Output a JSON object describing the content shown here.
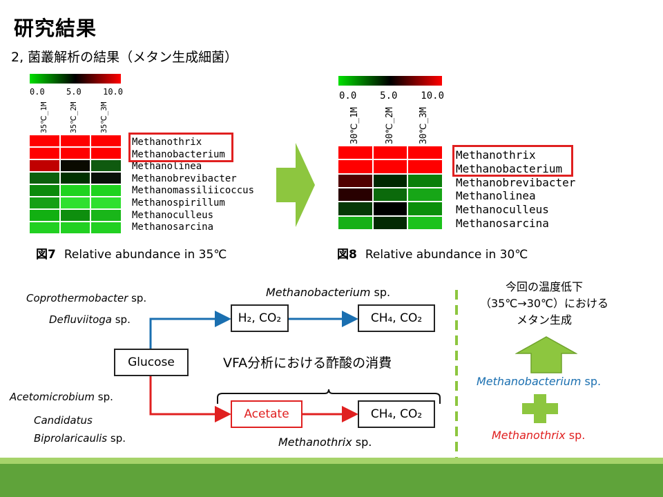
{
  "slide": {
    "title": "研究結果",
    "subtitle": "2, 菌叢解析の結果（メタン生成細菌）"
  },
  "heatmap_left": {
    "tick_labels": [
      "0.0",
      "5.0",
      "10.0"
    ],
    "columns": [
      "35℃_1M",
      "35℃_2M",
      "35℃_3M"
    ],
    "genera": [
      "Methanothrix",
      "Methanobacterium",
      "Methanolinea",
      "Methanobrevibacter",
      "Methanomassiliicoccus",
      "Methanospirillum",
      "Methanoculleus",
      "Methanosarcina"
    ],
    "cells": [
      [
        "#ff0000",
        "#ff0000",
        "#ff0000"
      ],
      [
        "#ff0000",
        "#ff0000",
        "#ff0000"
      ],
      [
        "#c00000",
        "#0a0a00",
        "#0f5a0f"
      ],
      [
        "#0c600c",
        "#003000",
        "#081008"
      ],
      [
        "#0b8a0b",
        "#1fd31f",
        "#1fd31f"
      ],
      [
        "#15a015",
        "#2fe02f",
        "#2fe02f"
      ],
      [
        "#12b012",
        "#0e8e0e",
        "#19b619"
      ],
      [
        "#22d022",
        "#22d022",
        "#22d022"
      ]
    ],
    "caption_prefix": "図7",
    "caption": "Relative abundance in 35℃"
  },
  "heatmap_right": {
    "tick_labels": [
      "0.0",
      "5.0",
      "10.0"
    ],
    "columns": [
      "30℃_1M",
      "30℃_2M",
      "30℃_3M"
    ],
    "genera": [
      "Methanothrix",
      "Methanobacterium",
      "Methanobrevibacter",
      "Methanolinea",
      "Methanoculleus",
      "Methanosarcina"
    ],
    "cells": [
      [
        "#ff0000",
        "#ff0000",
        "#ff0000"
      ],
      [
        "#ff0000",
        "#ff0000",
        "#ff0000"
      ],
      [
        "#500000",
        "#002800",
        "#0b7f0b"
      ],
      [
        "#280000",
        "#0b6a0b",
        "#17a617"
      ],
      [
        "#063806",
        "#000000",
        "#0b8f0b"
      ],
      [
        "#17b017",
        "#032a03",
        "#1cc21c"
      ]
    ],
    "caption_prefix": "図8",
    "caption": "Relative abundance in 30℃"
  },
  "pathway": {
    "glucose": "Glucose",
    "h2co2": "H₂, CO₂",
    "ch4co2_top": "CH₄, CO₂",
    "acetate": "Acetate",
    "ch4co2_bottom": "CH₄, CO₂",
    "top_methanogen_italic": "Methanobacterium",
    "top_methanogen_sp": " sp.",
    "bottom_methanogen_italic": "Methanothrix",
    "bottom_methanogen_sp": " sp.",
    "bact1_italic": "Coprothermobacter",
    "bact1_sp": " sp.",
    "bact2_italic": "Defluviitoga",
    "bact2_sp": " sp.",
    "bact3_italic": "Acetomicrobium",
    "bact3_sp": " sp.",
    "bact4_line1": "Candidatus",
    "bact4_line2_italic": "Biprolaricaulis",
    "bact4_line2_sp": " sp.",
    "vfa_note": "VFA分析における酢酸の消費"
  },
  "summary": {
    "line1": "今回の温度低下",
    "line2": "（35℃→30℃）における",
    "line3": "メタン生成",
    "blue_italic": "Methanobacterium",
    "blue_sp": " sp.",
    "red_italic": "Methanothrix",
    "red_sp": " sp."
  },
  "colors": {
    "accent_green": "#8dc63f",
    "red": "#e02020",
    "blue": "#1a6fb0",
    "footer_green": "#5fa33a"
  }
}
